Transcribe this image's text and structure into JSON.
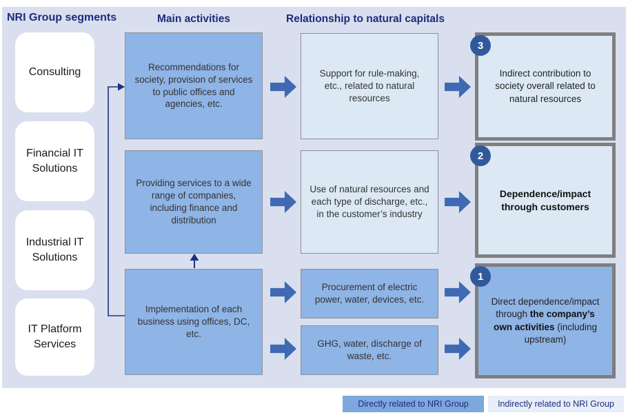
{
  "headers": {
    "segments": "NRI Group segments",
    "activities": "Main activities",
    "capitals": "Relationship to natural capitals"
  },
  "segments": {
    "items": [
      "Consulting",
      "Financial IT Solutions",
      "Industrial IT Solutions",
      "IT Platform Services"
    ]
  },
  "activities": {
    "items": [
      "Recommendations for society, provision of services to public offices and agencies, etc.",
      "Providing services to a wide range of companies, including finance and distribution",
      "Implementation of each business using offices, DC, etc."
    ]
  },
  "capitals": {
    "items": [
      "Support for rule-making, etc., related to natural resources",
      "Use of natural resources and each type of discharge, etc., in the customer’s industry",
      "Procurement of electric power, water, devices, etc.",
      "GHG, water, discharge of waste, etc."
    ]
  },
  "outcomes": {
    "items": [
      {
        "number": "3",
        "text": "Indirect contribution to society overall related to natural resources"
      },
      {
        "number": "2",
        "text": "Dependence/impact through customers"
      },
      {
        "number": "1",
        "text_prefix": "Direct dependence/impact through ",
        "text_bold": "the company’s own activities",
        "text_suffix": " (including upstream)"
      }
    ]
  },
  "legend": {
    "direct": "Directly related to NRI Group",
    "indirect": "Indirectly related to NRI Group"
  },
  "colors": {
    "panel_bg": "#d9dfee",
    "medium_blue": "#8fb4e6",
    "light_blue": "#dce9f5",
    "arrow_blue": "#3f6ab3",
    "badge_blue": "#30599c",
    "heading_navy": "#1b2c7e",
    "outcome_border_gray": "#7f7f7f",
    "legend_direct_bg": "#7ea7dd",
    "legend_indirect_bg": "#e8eef8"
  }
}
